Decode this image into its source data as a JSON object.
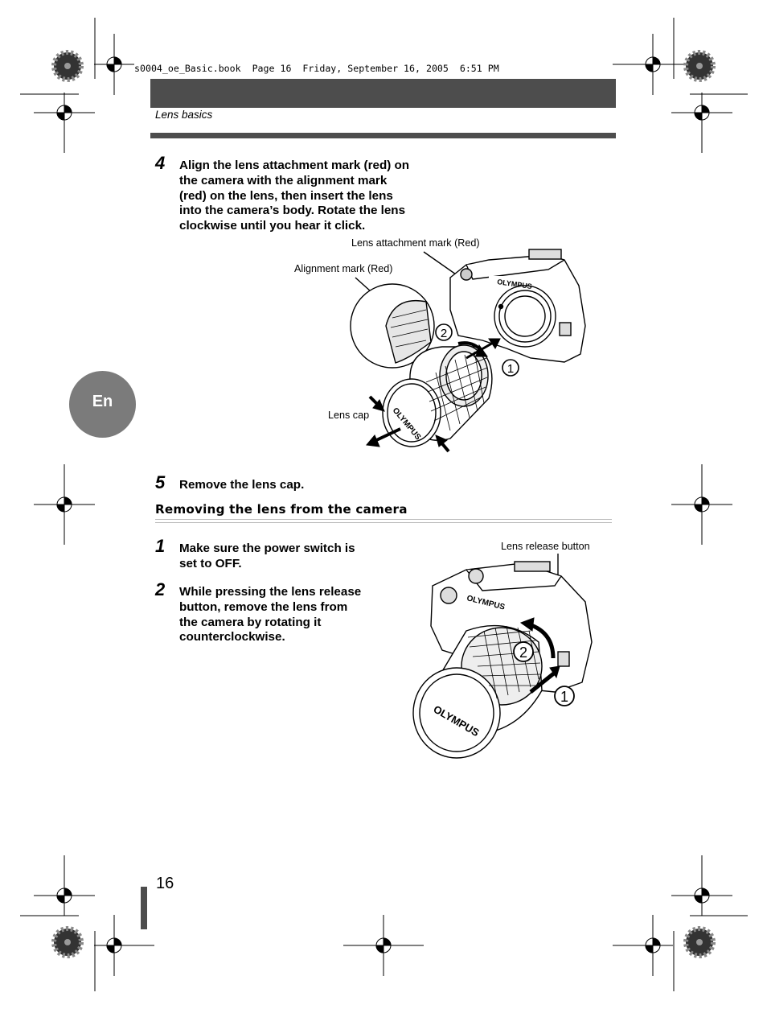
{
  "print_header": "s0004_oe_Basic.book  Page 16  Friday, September 16, 2005  6:51 PM",
  "section_title": "Lens basics",
  "language_tab": "En",
  "steps_top": [
    {
      "number": "4",
      "lines": [
        "Align the lens attachment mark (red) on",
        "the camera with the alignment mark",
        "(red) on the lens, then insert the lens",
        "into the camera’s body. Rotate the lens",
        "clockwise until you hear it click."
      ]
    },
    {
      "number": "5",
      "lines": [
        "Remove the lens cap."
      ]
    }
  ],
  "figure1": {
    "label_attach": "Lens attachment mark (Red)",
    "label_align": "Alignment mark (Red)",
    "label_cap": "Lens cap",
    "brand": "OLYMPUS",
    "marker_1": "1",
    "marker_2": "2"
  },
  "subsection_title": "Removing the lens from the camera",
  "steps_bottom": [
    {
      "number": "1",
      "lines": [
        "Make sure the power switch is",
        "set to OFF."
      ]
    },
    {
      "number": "2",
      "lines": [
        "While pressing the lens release",
        "button, remove the lens from",
        "the camera by rotating it",
        "counterclockwise."
      ]
    }
  ],
  "figure2": {
    "label_release": "Lens release button",
    "brand": "OLYMPUS",
    "marker_1": "1",
    "marker_2": "2"
  },
  "page_number": "16"
}
